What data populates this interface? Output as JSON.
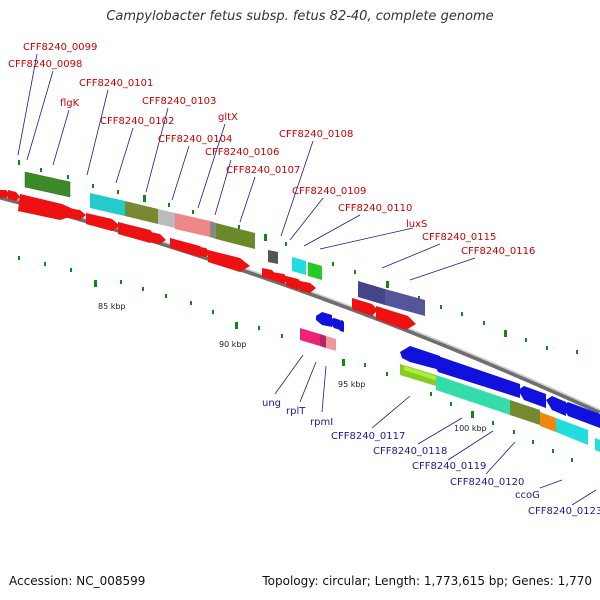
{
  "title": "Campylobacter fetus subsp. fetus 82-40, complete genome",
  "footer": {
    "accession": "Accession: NC_008599",
    "summary": "Topology: circular; Length: 1,773,615 bp; Genes: 1,770"
  },
  "scale_labels": [
    "85 kbp",
    "90 kbp",
    "95 kbp",
    "100 kbp"
  ],
  "forward_genes": [
    "CFF8240_0099",
    "CFF8240_0098",
    "flgK",
    "CFF8240_0101",
    "CFF8240_0102",
    "CFF8240_0103",
    "CFF8240_0104",
    "gltX",
    "CFF8240_0106",
    "CFF8240_0107",
    "CFF8240_0108",
    "CFF8240_0109",
    "CFF8240_0110",
    "luxS",
    "CFF8240_0115",
    "CFF8240_0116"
  ],
  "reverse_genes": [
    "ung",
    "rplT",
    "rpmI",
    "CFF8240_0117",
    "CFF8240_0118",
    "CFF8240_0119",
    "CFF8240_0120",
    "ccoG",
    "CFF8240_0123"
  ],
  "colors": {
    "gene_forward": "#ee1111",
    "gene_reverse": "#1111dd",
    "backbone": "#888888",
    "label_forward": "#cc0000",
    "label_reverse": "#1a1a99",
    "tick": "#118811"
  }
}
